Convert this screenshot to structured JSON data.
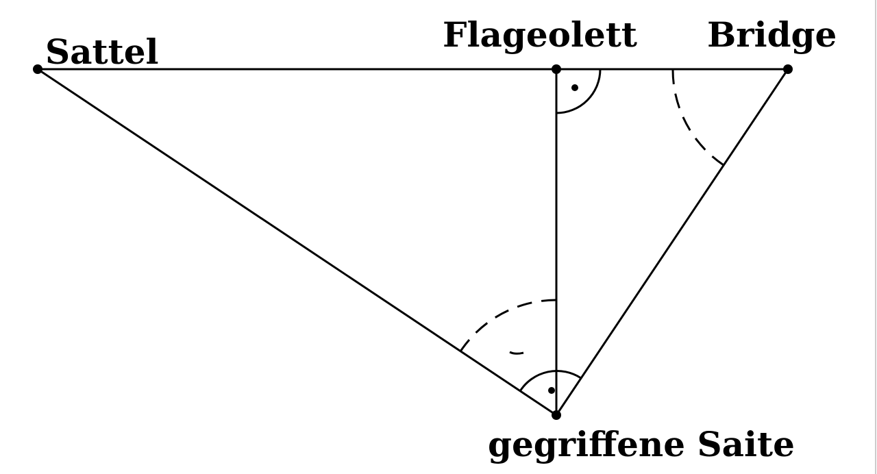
{
  "labels": {
    "sattel": "Sattel",
    "flageolett": "Flageolett",
    "bridge": "Bridge",
    "gegriffene_saite": "gegriffene Saite"
  },
  "colors": {
    "ink": "#000000",
    "background": "#ffffff"
  }
}
